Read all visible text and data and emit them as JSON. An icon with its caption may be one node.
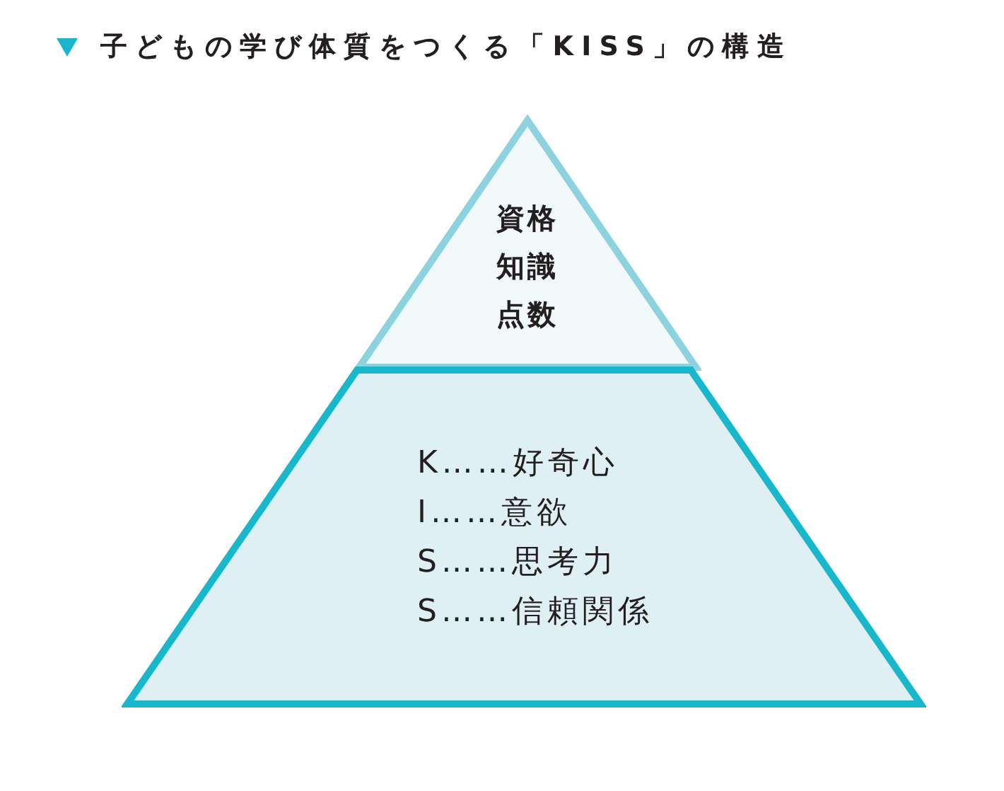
{
  "diagram": {
    "title": "子どもの学び体質をつくる「KISS」の構造",
    "nodes": [
      {
        "text": [
          "資格",
          "知識",
          "点数"
        ]
      },
      {
        "text": [
          "K……好奇心",
          "I……意欲",
          "S……思考力",
          "S……信頼関係"
        ]
      }
    ]
  }
}
